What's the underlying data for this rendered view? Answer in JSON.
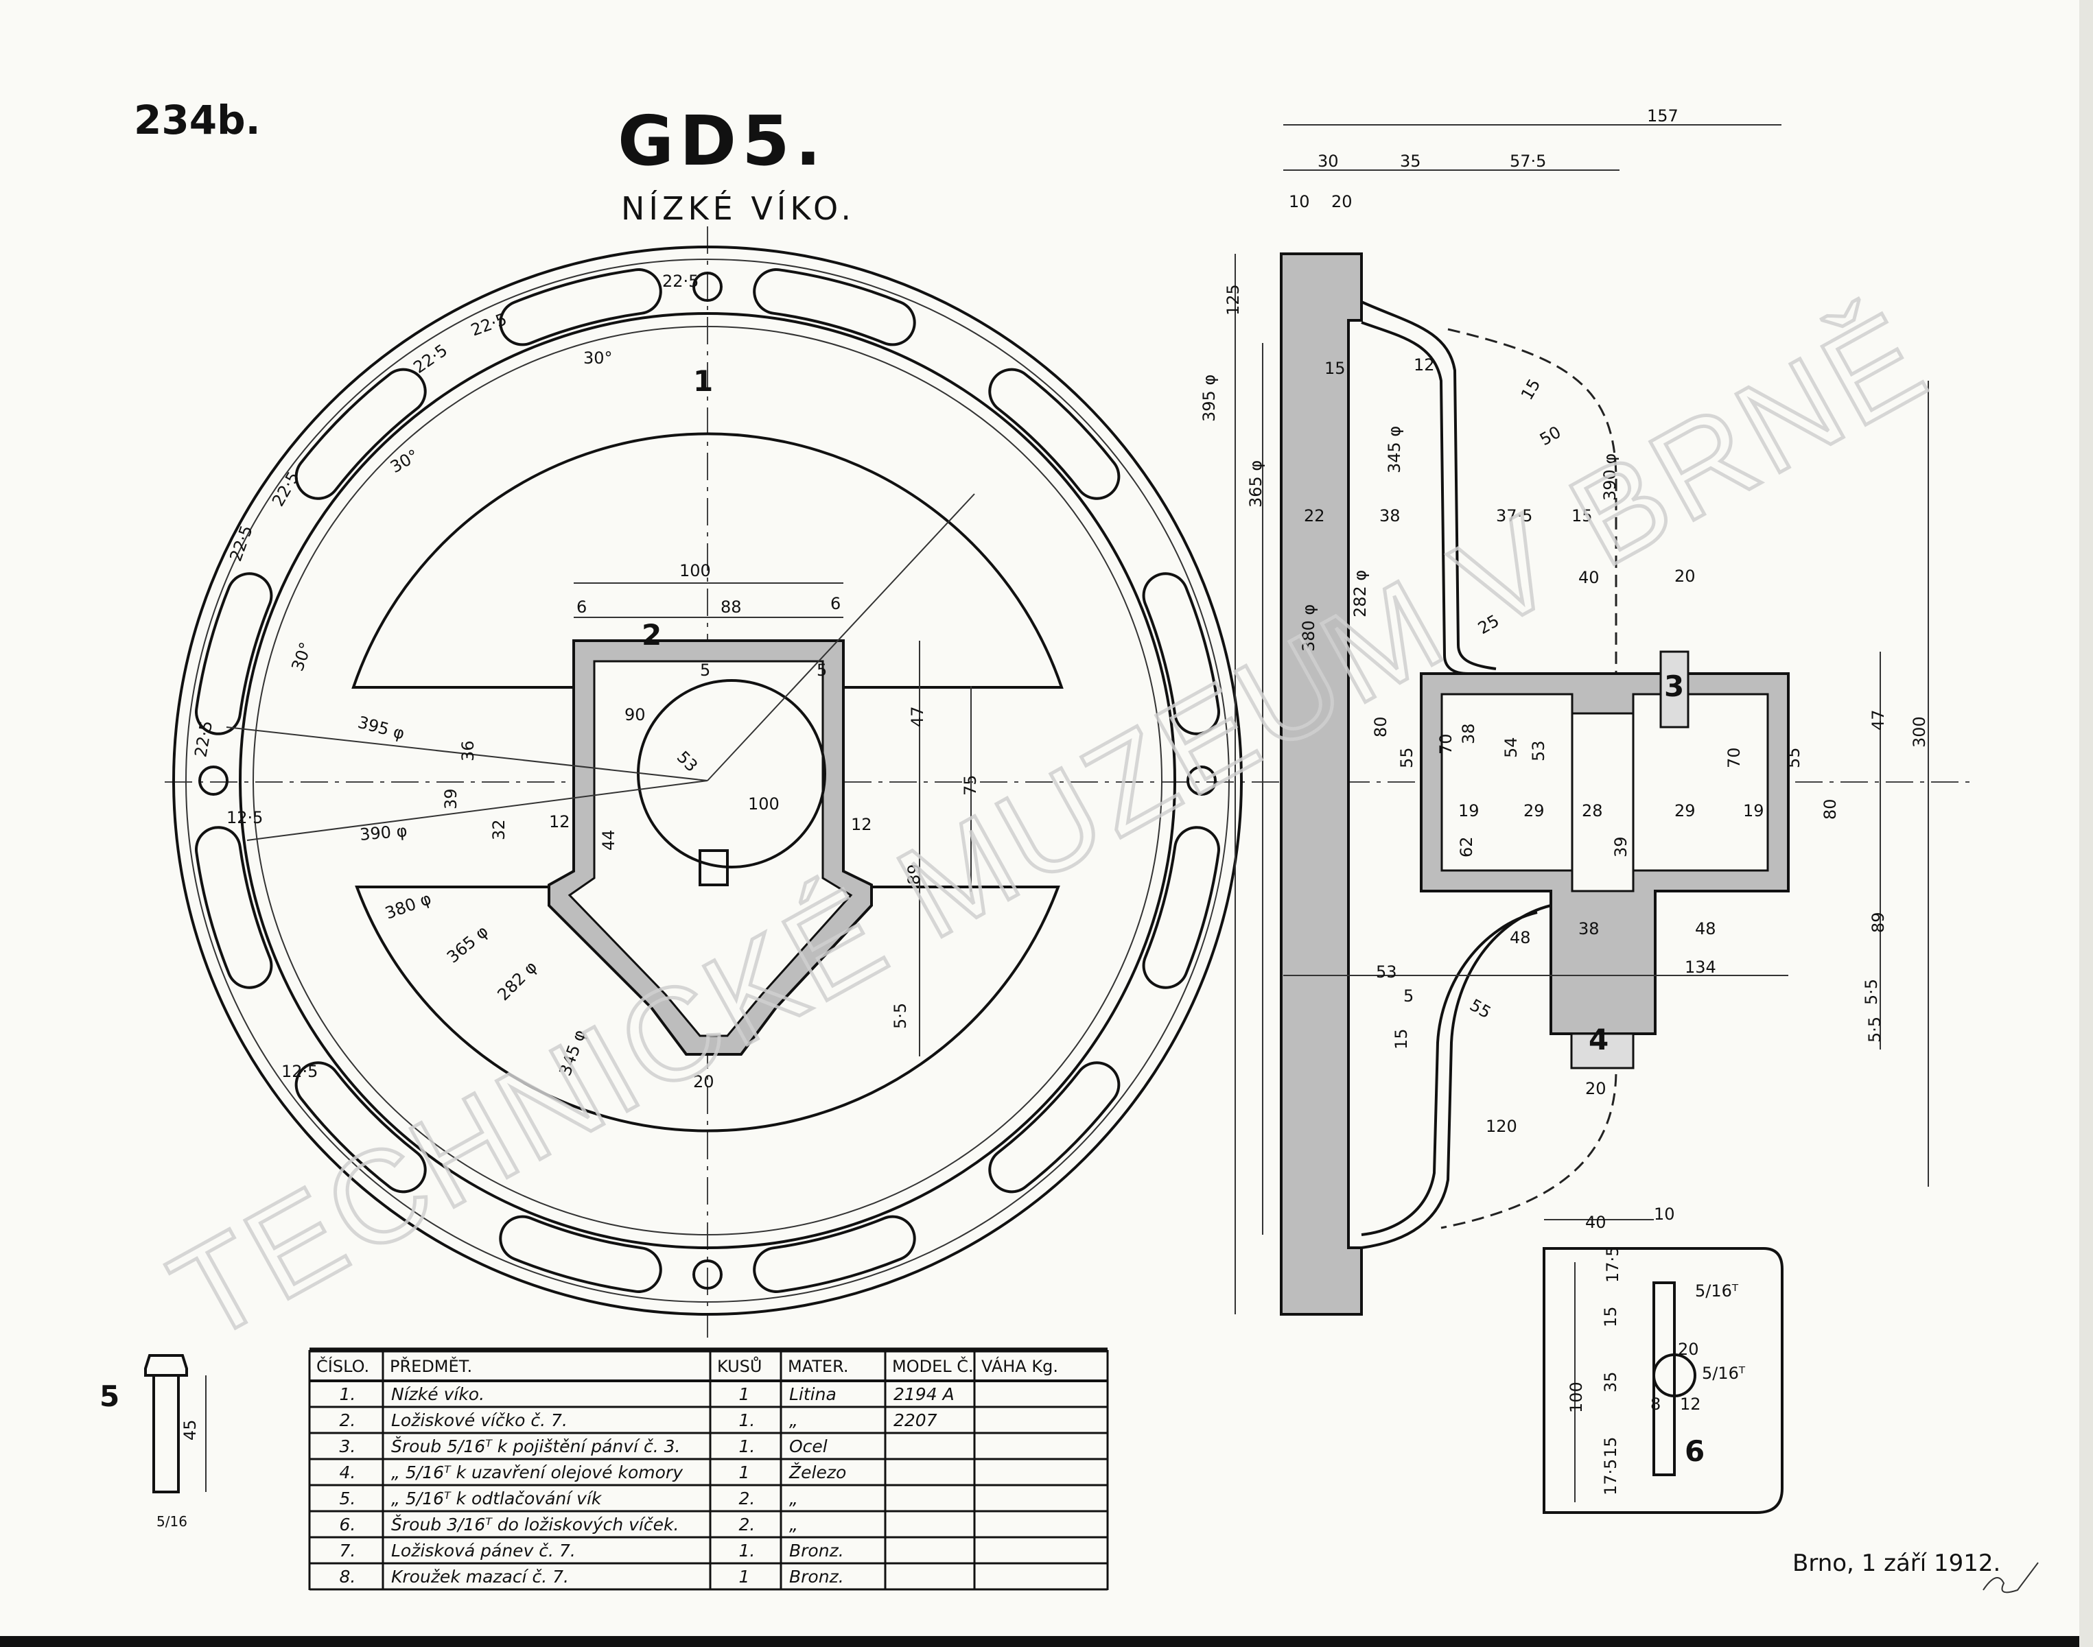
{
  "drawing": {
    "sheet_number": "234b.",
    "title": "GD5.",
    "subtitle": "NÍZKÉ VÍKO.",
    "place_date": "Brno, 1 září 1912.",
    "watermark": "TECHNICKÉ MUZEUM V BRNĚ",
    "part_markers": [
      "1",
      "2",
      "3",
      "4",
      "5",
      "6"
    ]
  },
  "dims": {
    "plan": [
      "100",
      "88",
      "6",
      "6",
      "90",
      "53",
      "100",
      "47",
      "75",
      "89",
      "44",
      "32",
      "12",
      "12",
      "395 φ",
      "390 φ",
      "380 φ",
      "365 φ",
      "282 φ",
      "345 φ",
      "30°",
      "30°",
      "30°",
      "22·5",
      "22·5",
      "22·5",
      "22·5",
      "22·5",
      "22·5",
      "20",
      "5",
      "5",
      "5·5",
      "39",
      "36",
      "12·5",
      "12·5"
    ],
    "section": [
      "157",
      "30",
      "35",
      "57·5",
      "10",
      "20",
      "125",
      "395 φ",
      "365 φ",
      "345 φ",
      "380 φ",
      "282 φ",
      "22",
      "38",
      "37·5",
      "15",
      "390 φ",
      "40",
      "20",
      "47",
      "300",
      "80",
      "89",
      "55",
      "70",
      "53",
      "48",
      "38",
      "48",
      "134",
      "29",
      "28",
      "29",
      "19",
      "19",
      "80",
      "55",
      "70",
      "38",
      "54",
      "53",
      "62",
      "39",
      "120",
      "15",
      "12",
      "15",
      "25",
      "50",
      "55",
      "5·5",
      "5·5",
      "20",
      "5",
      "15"
    ],
    "detail6": [
      "40",
      "10",
      "100",
      "35",
      "15",
      "15",
      "17·5",
      "17·5",
      "20",
      "8",
      "12",
      "5/16ᵀ",
      "5/16ᵀ"
    ],
    "bolt5": [
      "45",
      "5/16"
    ]
  },
  "parts_table": {
    "headers": [
      "ČÍSLO.",
      "PŘEDMĚT.",
      "KUSŮ",
      "MATER.",
      "MODEL Č.",
      "VÁHA Kg."
    ],
    "rows": [
      [
        "1.",
        "Nízké víko.",
        "1",
        "Litina",
        "2194 A",
        ""
      ],
      [
        "2.",
        "Ložiskové víčko č. 7.",
        "1.",
        "„",
        "2207",
        ""
      ],
      [
        "3.",
        "Šroub 5/16ᵀ k pojištění pánví č. 3.",
        "1.",
        "Ocel",
        "",
        ""
      ],
      [
        "4.",
        "„  5/16ᵀ k uzavření olejové komory",
        "1",
        "Železo",
        "",
        ""
      ],
      [
        "5.",
        "„  5/16ᵀ k odtlačování vík",
        "2.",
        "„",
        "",
        ""
      ],
      [
        "6.",
        "Šroub 3/16ᵀ do ložiskových víček.",
        "2.",
        "„",
        "",
        ""
      ],
      [
        "7.",
        "Ložisková pánev č. 7.",
        "1.",
        "Bronz.",
        "",
        ""
      ],
      [
        "8.",
        "Kroužek mazací č. 7.",
        "1",
        "Bronz.",
        "",
        ""
      ]
    ]
  },
  "colors": {
    "paper": "#fafaf6",
    "ink": "#111111",
    "hatch": "#bdbdbd",
    "watermark": "#d0d0d0"
  }
}
